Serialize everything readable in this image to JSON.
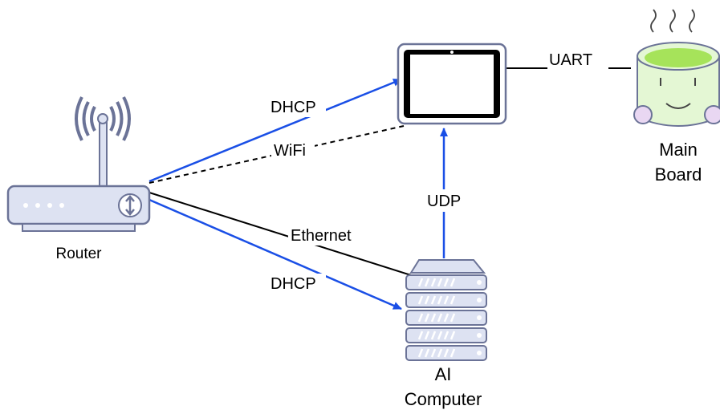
{
  "nodes": {
    "router": {
      "label": "Router"
    },
    "tablet": {
      "label": ""
    },
    "main_board": {
      "label_line1": "Main",
      "label_line2": "Board"
    },
    "ai_computer": {
      "label_line1": "AI",
      "label_line2": "Computer"
    }
  },
  "edges": {
    "dhcp_tablet": {
      "label": "DHCP",
      "color": "#1a4fe6"
    },
    "wifi": {
      "label": "WiFi",
      "style": "dashed",
      "color": "#000000"
    },
    "uart": {
      "label": "UART",
      "color": "#000000"
    },
    "udp": {
      "label": "UDP",
      "color": "#1a4fe6"
    },
    "ethernet": {
      "label": "Ethernet",
      "color": "#000000"
    },
    "dhcp_computer": {
      "label": "DHCP",
      "color": "#1a4fe6"
    }
  },
  "colors": {
    "device_fill": "#dde2f2",
    "device_stroke": "#6b7397",
    "blue_arrow": "#1a4fe6",
    "board_fill": "#e4f7d4",
    "board_top": "#a6e35a",
    "board_feet": "#e9d7f2"
  },
  "icons": {
    "router": "router-icon",
    "tablet": "tablet-icon",
    "main_board": "cup-board-icon",
    "ai_computer": "server-rack-icon"
  }
}
